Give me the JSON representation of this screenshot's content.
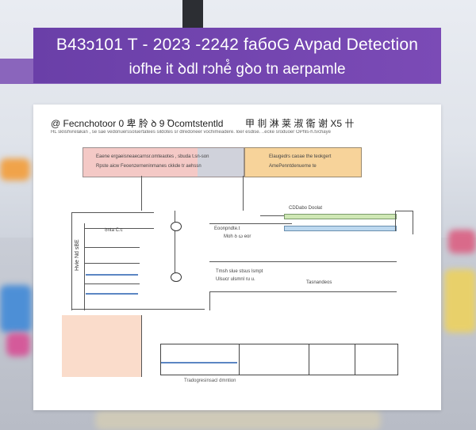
{
  "banner": {
    "line1": "B43ɔ101 T - 2023 -2242  faбoG Avpad Detection",
    "line2": "iofhe it ꝺdl rɔhé̊ gꝺo tn aerpamle"
  },
  "paper": {
    "title": "@ Fecnchotoor 0  卑 朎  ꝺ 9 Ꝺcomtstentld",
    "right_title": "甲 剕 淋 莱 淑 衞  谢  X5 卄",
    "subtitle": "HL sklishvrelakan , se sae vedonuerssoluertatees sildotes sr dlredoneer vochimeadere. loer esdise. ..ecke sroduoer OPhls-h.tvchaye",
    "red_box_lines": [
      "Eaene ergaeisneaecarnsr.omteaotes , sbuda t.sn-son",
      "Rpste aicw  Feoenzerneninmanes    ckkde tr aehssn"
    ],
    "orange_box_lines": [
      "Elaugedrs caoae the teokgert",
      "AmePenntdenueme te"
    ],
    "label_left_top": "ꝺnta C.c",
    "label_mid_top": "Eoonpndte.t",
    "label_mid_top2": "Moh ꝺ ꞷ eor",
    "label_right_top": "CDDabo Doolat",
    "vertical_label": "Hvie Nd sBE",
    "row_label_1": "Tmsh slue stsus   lsmpt",
    "row_label_2": "Ulsucr ulsmnl  ru u.",
    "row_label_3": "Tasnandeos",
    "footer": "Tradogresinsacl dmntion"
  }
}
